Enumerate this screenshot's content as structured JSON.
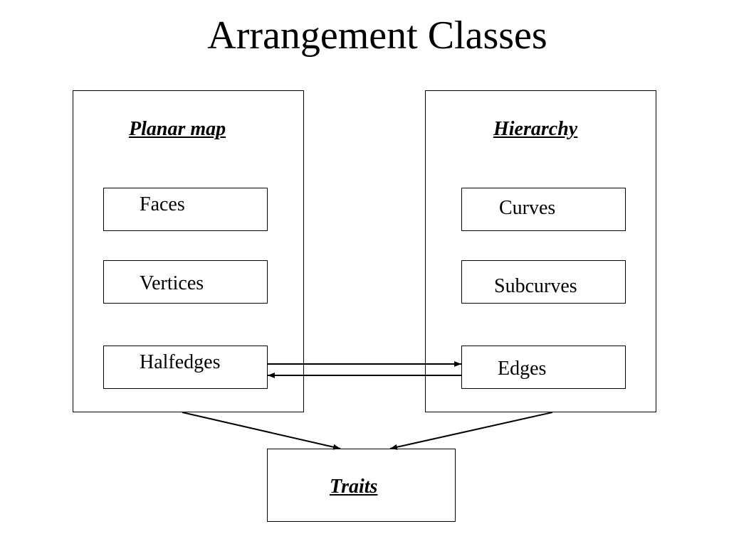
{
  "title": "Arrangement Classes",
  "planar_map": {
    "heading": "Planar map",
    "items": [
      "Faces",
      "Vertices",
      "Halfedges"
    ]
  },
  "hierarchy": {
    "heading": "Hierarchy",
    "items": [
      "Curves",
      "Subcurves",
      "Edges"
    ]
  },
  "traits": {
    "heading": "Traits"
  },
  "colors": {
    "line": "#000000",
    "background": "#ffffff"
  }
}
